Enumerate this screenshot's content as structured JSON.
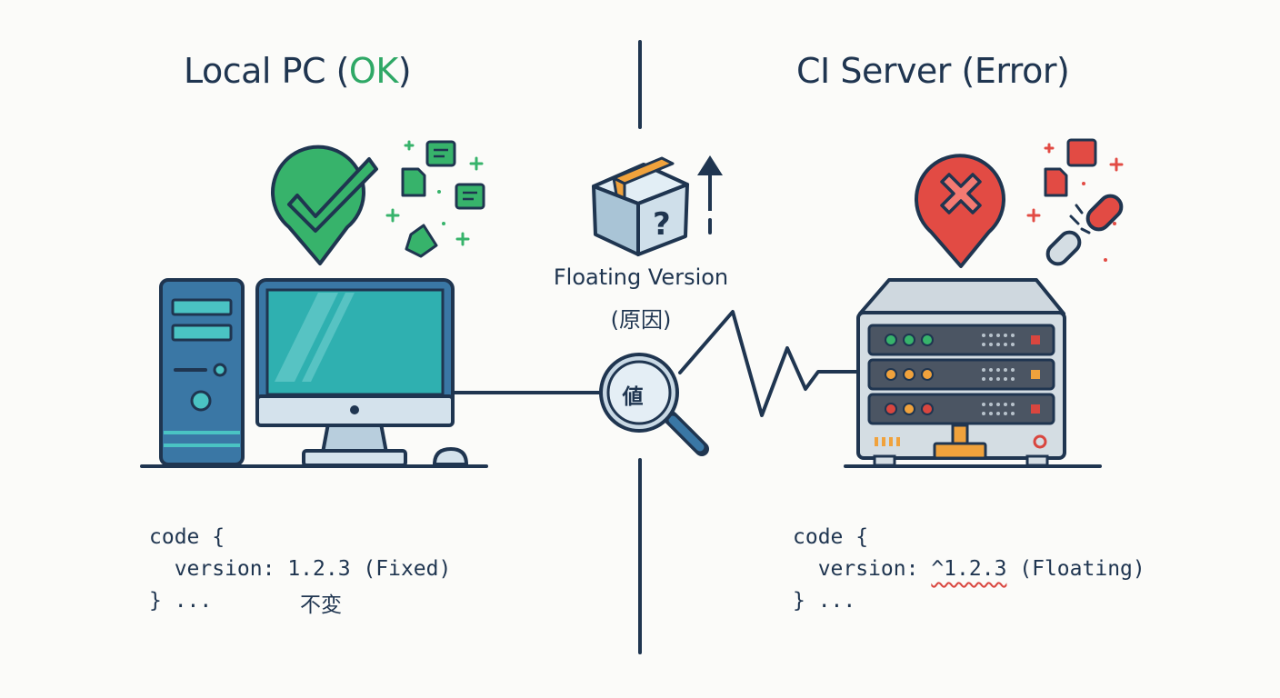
{
  "left": {
    "title_prefix": "Local PC (",
    "title_status": "OK",
    "title_suffix": ")",
    "code_lines": [
      "code {",
      "  version: 1.2.3 (Fixed)",
      "} ..."
    ],
    "note": "不変"
  },
  "right": {
    "title": "CI Server (Error)",
    "code_line1": "code {",
    "code_line2_prefix": "  version: ",
    "code_line2_floating": "^1.2.3",
    "code_line2_suffix": " (Floating)",
    "code_line3": "} ..."
  },
  "center": {
    "floating_label": "Floating Version",
    "cause_label": "(原因)",
    "magnifier_text": "値"
  },
  "colors": {
    "navy": "#1f3550",
    "ok_green": "#2fa866",
    "error_red": "#d9463f",
    "screen_teal": "#2fb0b0",
    "accent_orange": "#f0a23c"
  },
  "icons": {
    "left_badge": "check-badge-icon",
    "right_badge": "error-x-badge-icon",
    "center_box": "mystery-package-icon",
    "broken_link": "broken-chain-icon",
    "magnifier": "magnifier-icon"
  }
}
